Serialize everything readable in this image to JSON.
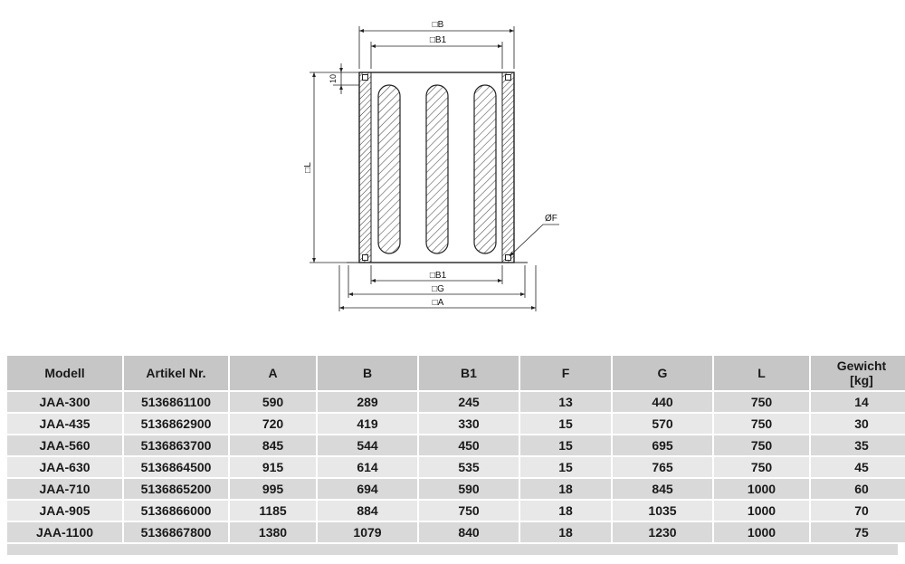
{
  "diagram": {
    "dim_labels": {
      "b_top": "□B",
      "b1_top": "□B1",
      "lip": "10",
      "l_left": "□L",
      "b1_bottom": "□B1",
      "g_bottom": "□G",
      "a_bottom": "□A",
      "f_diameter": "ØF"
    }
  },
  "table": {
    "columns": [
      "Modell",
      "Artikel Nr.",
      "A",
      "B",
      "B1",
      "F",
      "G",
      "L",
      "Gewicht\n[kg]"
    ],
    "rows": [
      [
        "JAA-300",
        "5136861100",
        "590",
        "289",
        "245",
        "13",
        "440",
        "750",
        "14"
      ],
      [
        "JAA-435",
        "5136862900",
        "720",
        "419",
        "330",
        "15",
        "570",
        "750",
        "30"
      ],
      [
        "JAA-560",
        "5136863700",
        "845",
        "544",
        "450",
        "15",
        "695",
        "750",
        "35"
      ],
      [
        "JAA-630",
        "5136864500",
        "915",
        "614",
        "535",
        "15",
        "765",
        "750",
        "45"
      ],
      [
        "JAA-710",
        "5136865200",
        "995",
        "694",
        "590",
        "18",
        "845",
        "1000",
        "60"
      ],
      [
        "JAA-905",
        "5136866000",
        "1185",
        "884",
        "750",
        "18",
        "1035",
        "1000",
        "70"
      ],
      [
        "JAA-1100",
        "5136867800",
        "1380",
        "1079",
        "840",
        "18",
        "1230",
        "1000",
        "75"
      ]
    ]
  }
}
